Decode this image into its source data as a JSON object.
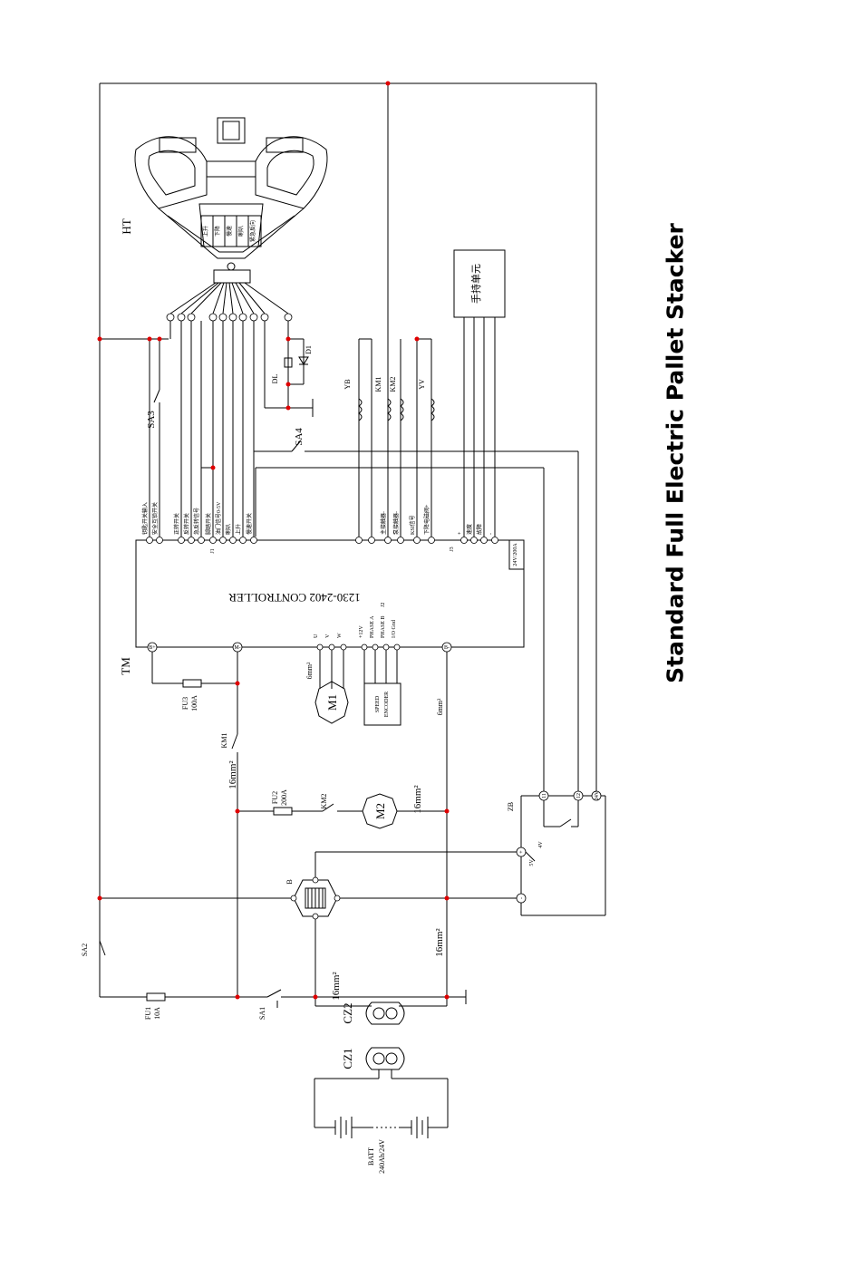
{
  "title": "Standard Full Electric Pallet Stacker",
  "controller": {
    "model": "1230-2402 CONTROLLER",
    "code": "TM",
    "rating": "24V/200A",
    "connector_j1": "J1",
    "connector_j3": "J3"
  },
  "handle": {
    "code": "HT",
    "handheld_unit": "手持单元"
  },
  "handle_panel_labels": [
    "上升",
    "下降",
    "慢速",
    "喇叭",
    "紧急反向"
  ],
  "controller_terminals": [
    "B+",
    "B-",
    "U",
    "V",
    "W",
    "M-"
  ],
  "encoder": {
    "label": "SPEED ENCODER",
    "pins": [
      "+12V",
      "PHASE A",
      "PHASE B",
      "I/O Gnd"
    ],
    "connector": "J2"
  },
  "controller_pins_j1": [
    "钥匙开关输入",
    "安全互锁开关",
    "正转开关",
    "反转开关",
    "急反转信号",
    "脚踏开关",
    "油门输入",
    "油门信号0-5V",
    "喇叭",
    "上升",
    "下降",
    "慢速开关"
  ],
  "controller_pins_j3": [
    "主接触器-",
    "泵接触器-",
    "KSI信号",
    "下降电磁阀+",
    "+",
    "速度",
    "故障",
    "-"
  ],
  "coils": [
    "YB",
    "KM1",
    "KM2",
    "YV"
  ],
  "motors": [
    {
      "label": "M1"
    },
    {
      "label": "M2"
    }
  ],
  "fuses": [
    {
      "label": "FU1",
      "rating": "10A"
    },
    {
      "label": "FU2",
      "rating": "200A"
    },
    {
      "label": "FU3",
      "rating": "100A"
    }
  ],
  "contactors": [
    "KM1",
    "KM2"
  ],
  "switches": [
    "SA1",
    "SA2",
    "SA3",
    "SA4"
  ],
  "diodes": [
    "D1",
    "DL"
  ],
  "indicator": {
    "label": "B"
  },
  "charger": {
    "label": "ZB",
    "pin_labels": [
      "+",
      "-",
      "5V",
      "4V"
    ]
  },
  "connectors": [
    "CZ1",
    "CZ2"
  ],
  "battery": {
    "label": "BATT",
    "rating": "240Ah/24V"
  },
  "wire_gauges": {
    "main": "16mm²",
    "motor": "6mm²"
  },
  "colors": {
    "wire": "#000000",
    "junction": "#e00000"
  }
}
